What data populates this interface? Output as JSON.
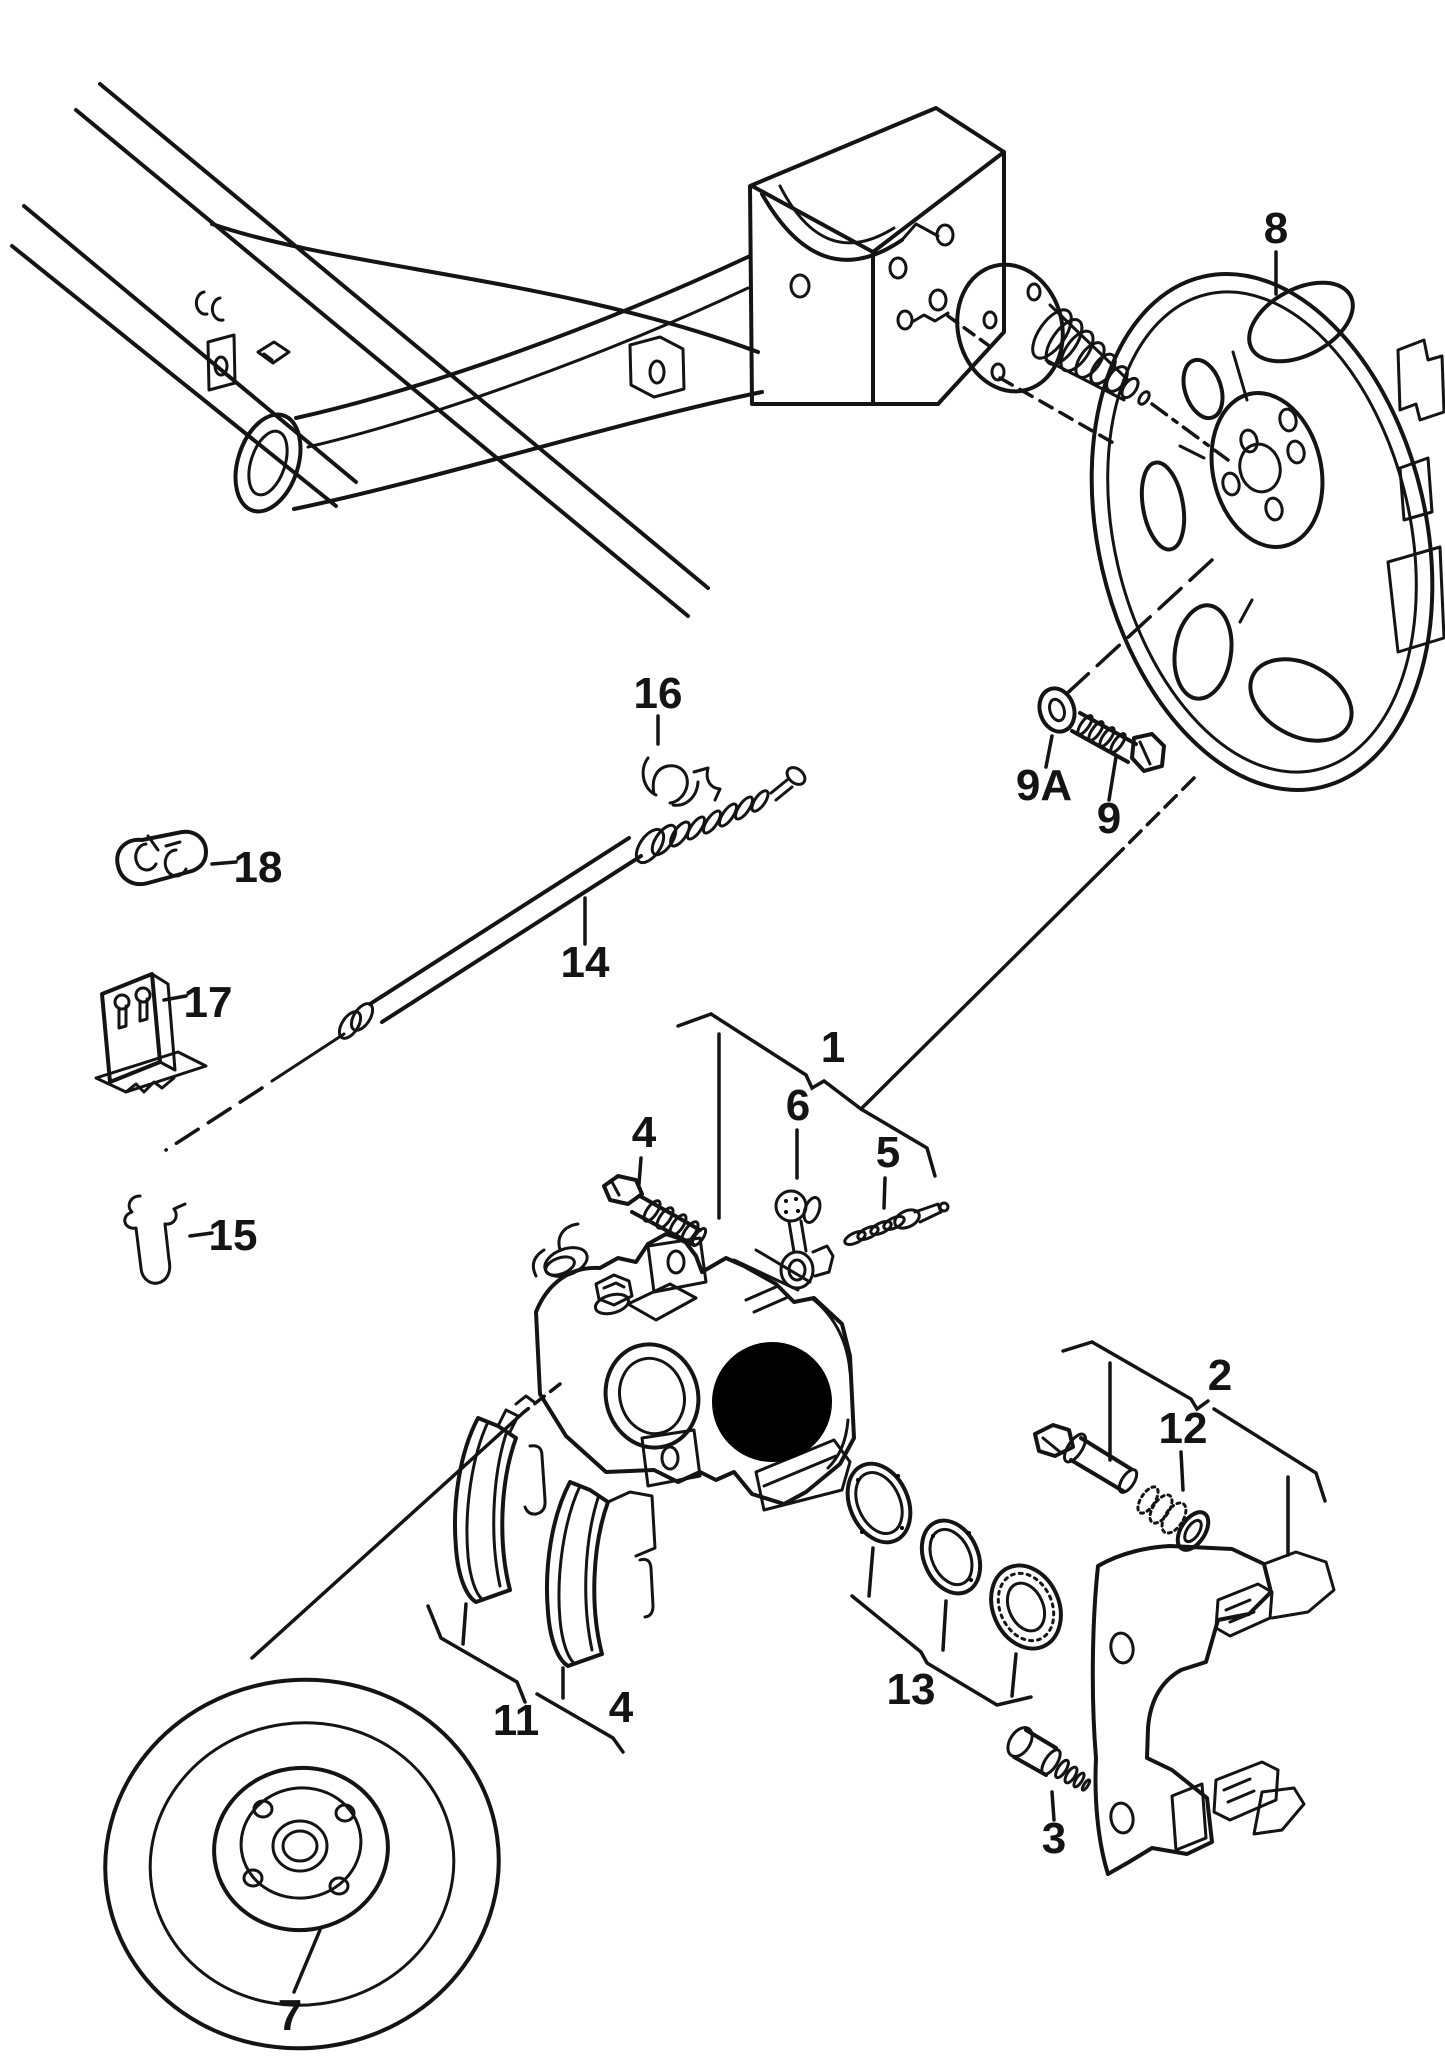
{
  "diagram": {
    "type": "exploded-parts-diagram",
    "subject": "rear-axle-disc-brake-assembly",
    "background": "#ffffff",
    "ink": "#141414",
    "redaction_color": "#000000",
    "callouts": {
      "n8": "8",
      "n9a": "9A",
      "n9": "9",
      "n16": "16",
      "n18": "18",
      "n14": "14",
      "n17": "17",
      "n15": "15",
      "n1": "1",
      "n6": "6",
      "n4_bolt": "4",
      "n5": "5",
      "n2": "2",
      "n12": "12",
      "n11": "11",
      "n4_pads": "4",
      "n13": "13",
      "n3": "3",
      "n7": "7"
    }
  }
}
